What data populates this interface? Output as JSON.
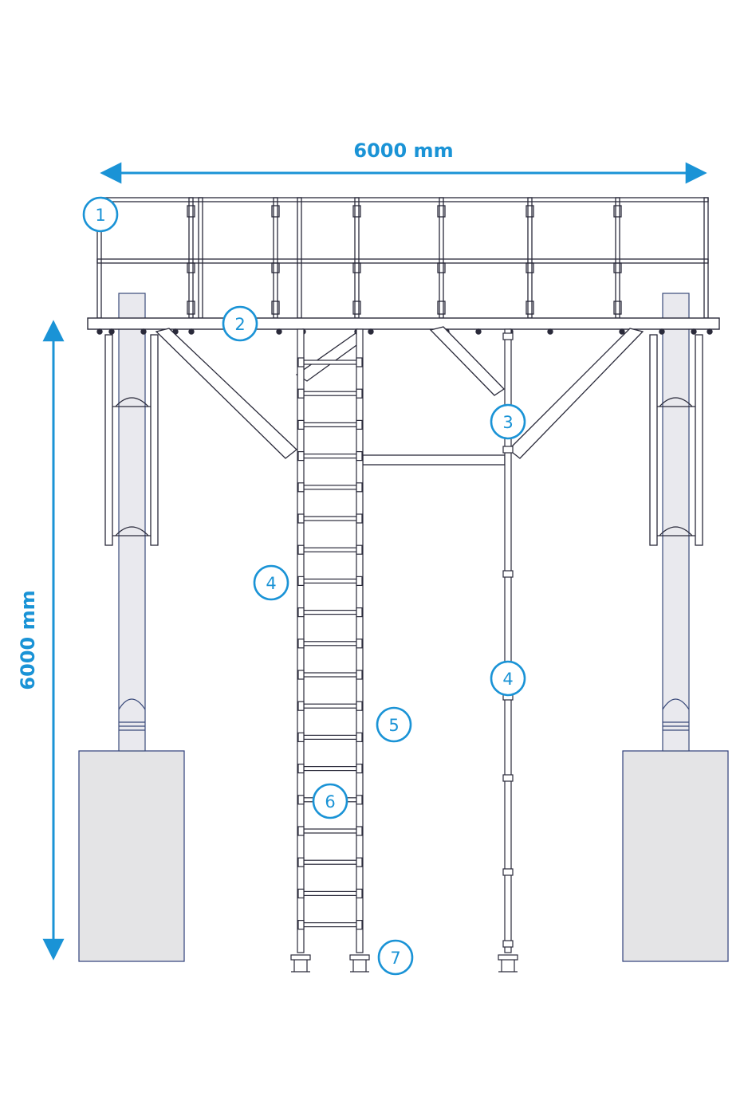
{
  "dimensions": {
    "width_label": "6000 mm",
    "height_label": "6000 mm"
  },
  "callouts": [
    {
      "label": "1"
    },
    {
      "label": "2"
    },
    {
      "label": "3"
    },
    {
      "label": "4"
    },
    {
      "label": "4"
    },
    {
      "label": "5"
    },
    {
      "label": "6"
    },
    {
      "label": "7"
    }
  ],
  "colors": {
    "accent": "#1a93d6",
    "structure": "#2a2a3a",
    "pipe": "#3a4a7a",
    "concrete_fill": "#e4e4e6",
    "concrete_stroke": "#2f3f7a"
  }
}
